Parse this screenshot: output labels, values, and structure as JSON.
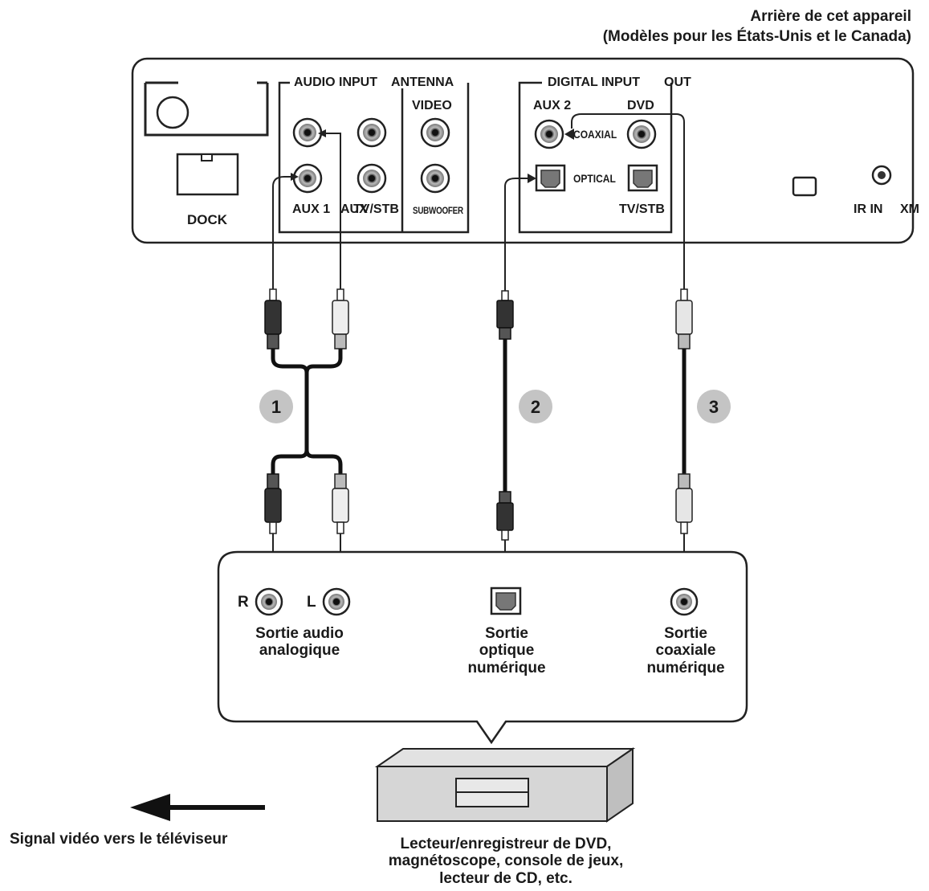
{
  "header": {
    "line1": "Arrière de cet appareil",
    "line2": "(Modèles pour les États-Unis et le Canada)"
  },
  "rear_panel": {
    "dock_label": "DOCK",
    "audio_input_label": "AUDIO INPUT",
    "antenna_label": "ANTENNA",
    "video_label": "VIDEO",
    "aux1_label": "AUX 1",
    "tv_stb_audio_label": "TV/STB",
    "aux_label": "AUX",
    "subwoofer_label": "SUBWOOFER",
    "digital_input_label": "DIGITAL INPUT",
    "out_label": "OUT",
    "aux2_label": "AUX 2",
    "dvd_label": "DVD",
    "coaxial_label": "COAXIAL",
    "optical_label": "OPTICAL",
    "tv_stb_digital_label": "TV/STB",
    "ir_in_label": "IR IN",
    "xm_label": "XM"
  },
  "connections": [
    {
      "number": "1",
      "type": "analog-rca"
    },
    {
      "number": "2",
      "type": "optical"
    },
    {
      "number": "3",
      "type": "coaxial"
    }
  ],
  "source_device": {
    "r_label": "R",
    "l_label": "L",
    "analog_out_label": [
      "Sortie audio",
      "analogique"
    ],
    "optical_out_label": [
      "Sortie",
      "optique",
      "numérique"
    ],
    "coaxial_out_label": [
      "Sortie",
      "coaxiale",
      "numérique"
    ],
    "device_caption": [
      "Lecteur/enregistreur de DVD,",
      "magnétoscope, console de jeux,",
      "lecteur de CD, etc."
    ]
  },
  "video_note": "Signal vidéo vers le téléviseur"
}
